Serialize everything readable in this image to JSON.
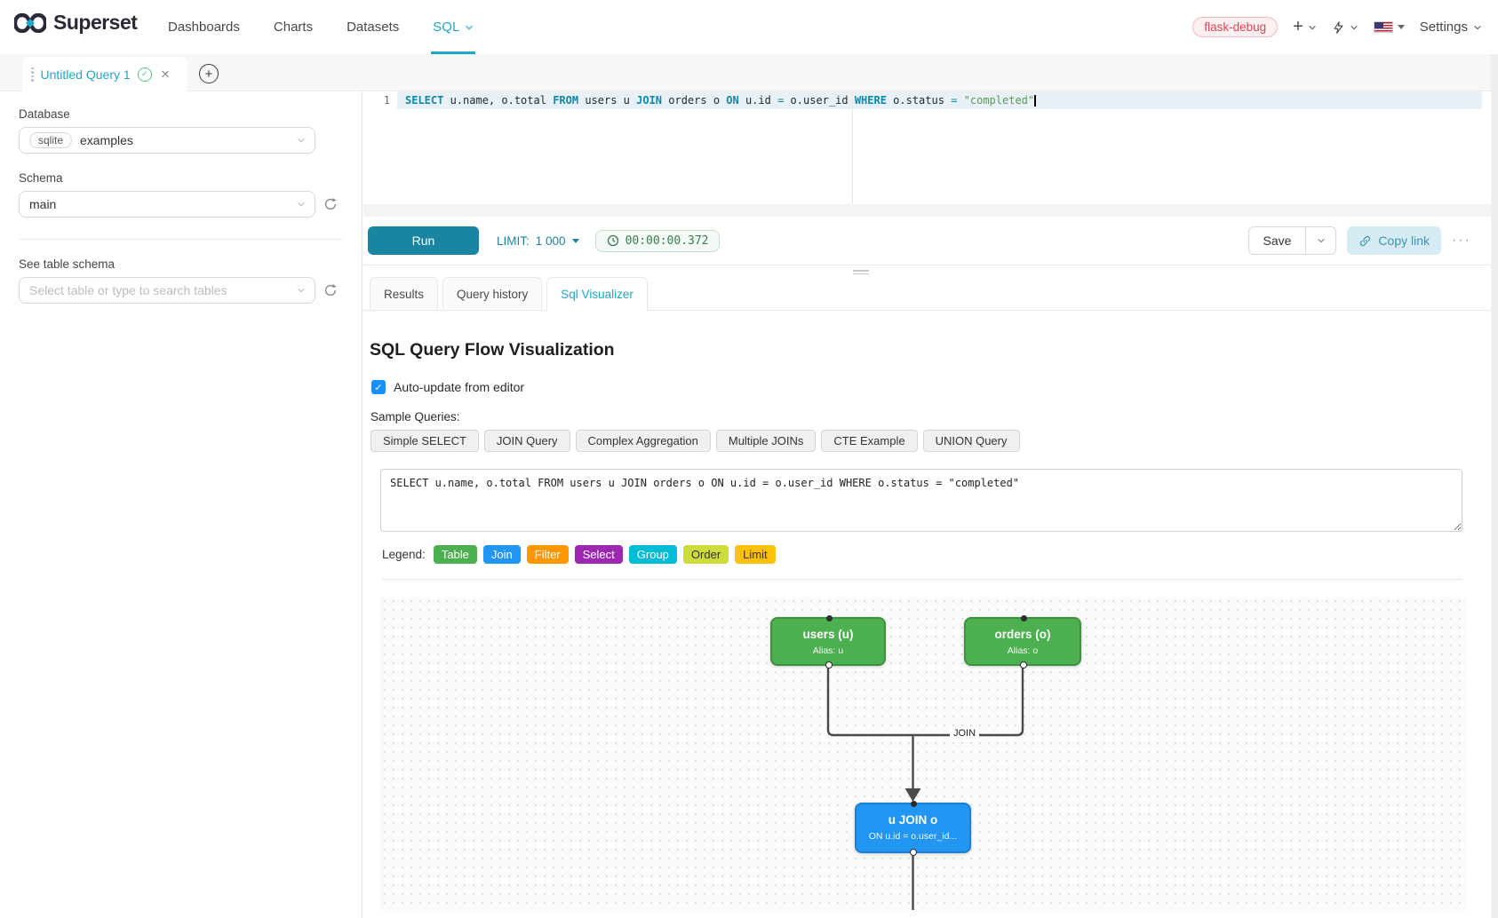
{
  "navbar": {
    "brand": "Superset",
    "items": [
      {
        "label": "Dashboards",
        "active": false,
        "caret": false
      },
      {
        "label": "Charts",
        "active": false,
        "caret": false
      },
      {
        "label": "Datasets",
        "active": false,
        "caret": false
      },
      {
        "label": "SQL",
        "active": true,
        "caret": true
      }
    ],
    "env_badge": "flask-debug",
    "settings_label": "Settings"
  },
  "tabstrip": {
    "tab_title": "Untitled Query 1"
  },
  "sidebar": {
    "database_label": "Database",
    "database_type": "sqlite",
    "database_value": "examples",
    "schema_label": "Schema",
    "schema_value": "main",
    "table_label": "See table schema",
    "table_placeholder": "Select table or type to search tables"
  },
  "editor": {
    "line_number": "1",
    "tokens": [
      {
        "t": "SELECT",
        "c": "kw"
      },
      {
        "t": " u.name, o.total ",
        "c": "id"
      },
      {
        "t": "FROM",
        "c": "kw"
      },
      {
        "t": " users u ",
        "c": "id"
      },
      {
        "t": "JOIN",
        "c": "kw"
      },
      {
        "t": " orders o ",
        "c": "id"
      },
      {
        "t": "ON",
        "c": "kw"
      },
      {
        "t": " u.id ",
        "c": "id"
      },
      {
        "t": "=",
        "c": "op"
      },
      {
        "t": " o.user_id ",
        "c": "id"
      },
      {
        "t": "WHERE",
        "c": "kw"
      },
      {
        "t": " o.status ",
        "c": "id"
      },
      {
        "t": "=",
        "c": "op"
      },
      {
        "t": " ",
        "c": "id"
      },
      {
        "t": "\"completed\"",
        "c": "str"
      }
    ]
  },
  "toolbar": {
    "run_label": "Run",
    "limit_label": "LIMIT:",
    "limit_value": "1 000",
    "timer": "00:00:00.372",
    "save_label": "Save",
    "copy_link_label": "Copy link",
    "more_label": "···"
  },
  "south_tabs": [
    {
      "label": "Results",
      "active": false
    },
    {
      "label": "Query history",
      "active": false
    },
    {
      "label": "Sql Visualizer",
      "active": true
    }
  ],
  "visualizer": {
    "title": "SQL Query Flow Visualization",
    "auto_update_label": "Auto-update from editor",
    "auto_update_checked": true,
    "sample_queries_label": "Sample Queries:",
    "sample_buttons": [
      "Simple SELECT",
      "JOIN Query",
      "Complex Aggregation",
      "Multiple JOINs",
      "CTE Example",
      "UNION Query"
    ],
    "query_text": "SELECT u.name, o.total FROM users u JOIN orders o ON u.id = o.user_id WHERE o.status = \"completed\"",
    "legend_label": "Legend:",
    "legend": [
      {
        "label": "Table",
        "color": "#4caf50",
        "text": "#ffffff"
      },
      {
        "label": "Join",
        "color": "#2196f3",
        "text": "#ffffff"
      },
      {
        "label": "Filter",
        "color": "#ff9800",
        "text": "#ffffff"
      },
      {
        "label": "Select",
        "color": "#9c27b0",
        "text": "#ffffff"
      },
      {
        "label": "Group",
        "color": "#00bcd4",
        "text": "#ffffff"
      },
      {
        "label": "Order",
        "color": "#cddc39",
        "text": "#333333"
      },
      {
        "label": "Limit",
        "color": "#ffc107",
        "text": "#333333"
      }
    ],
    "flow": {
      "nodes": [
        {
          "id": "users",
          "title": "users (u)",
          "subtitle": "Alias: u",
          "type": "table"
        },
        {
          "id": "orders",
          "title": "orders (o)",
          "subtitle": "Alias: o",
          "type": "table"
        },
        {
          "id": "join",
          "title": "u JOIN o",
          "subtitle": "ON u.id = o.user_id...",
          "type": "join"
        }
      ],
      "edge_label": "JOIN",
      "colors": {
        "table": "#4caf50",
        "join": "#2196f3"
      }
    }
  }
}
